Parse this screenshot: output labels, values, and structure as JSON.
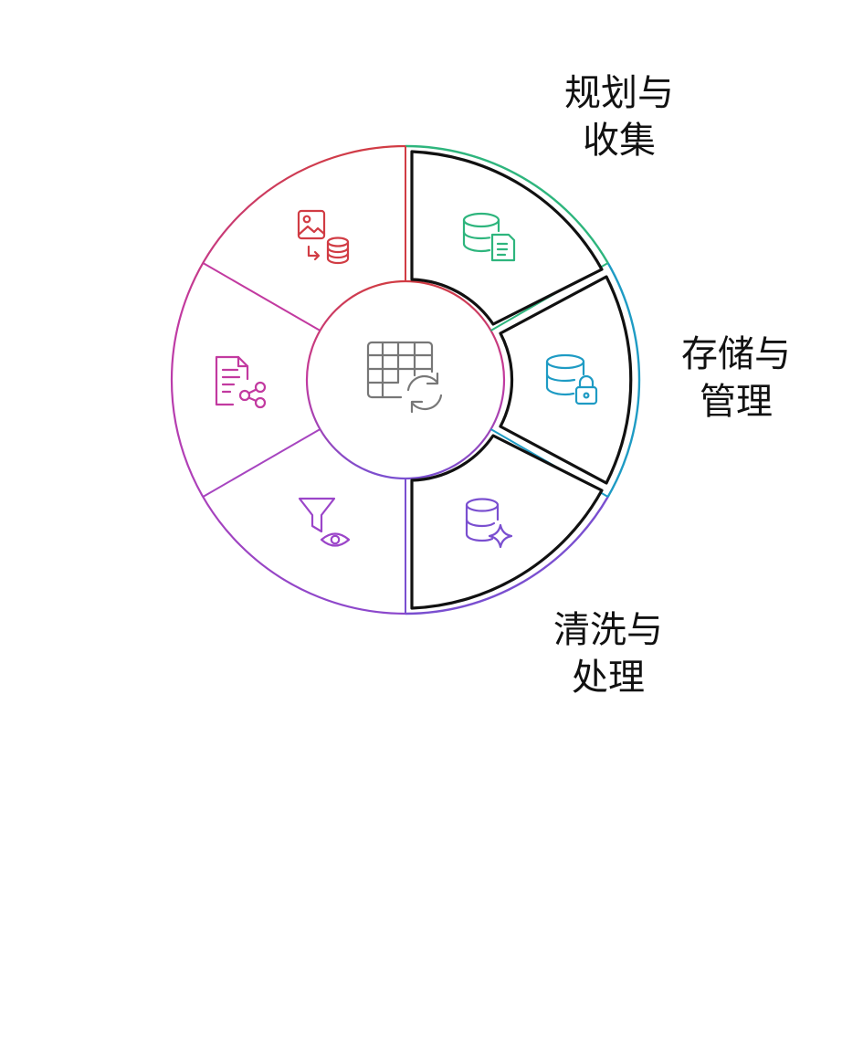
{
  "stages": [
    {
      "id": "planning",
      "line1": "规划与",
      "line2": "收集",
      "color": "#2eb57d",
      "icon": "database-document-icon"
    },
    {
      "id": "storage",
      "line1": "存储与",
      "line2": "管理",
      "color": "#1e9bc4",
      "icon": "database-lock-icon"
    },
    {
      "id": "cleaning",
      "line1": "清洗与",
      "line2": "处理",
      "color": "#7a4fd0",
      "icon": "database-sparkle-icon"
    },
    {
      "id": "analysis",
      "color": "#9b45c9",
      "icon": "funnel-eye-icon"
    },
    {
      "id": "sharing",
      "color": "#c23aa0",
      "icon": "document-share-icon"
    },
    {
      "id": "archiving",
      "color": "#d13c44",
      "icon": "image-to-database-icon"
    }
  ],
  "center": {
    "icon": "table-refresh-icon",
    "color": "#777777"
  },
  "highlight_color": "#111111"
}
